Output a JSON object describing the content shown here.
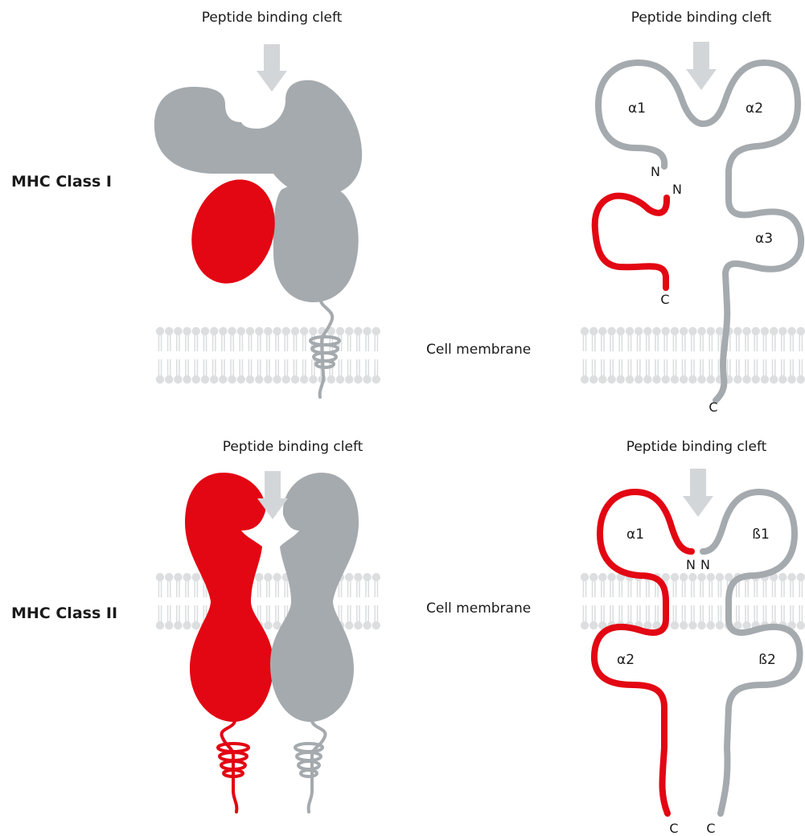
{
  "colors": {
    "red": "#e30613",
    "gray": "#a5aaae",
    "arrow": "#d3d6d9",
    "membrane": "#dcdee0",
    "text": "#1a1a1a"
  },
  "icons": [
    "down-arrow-icon"
  ],
  "class1": {
    "title": "MHC Class I",
    "cleft_left": "Peptide binding cleft",
    "cleft_right": "Peptide binding cleft",
    "membrane": "Cell membrane",
    "alpha1": "α1",
    "alpha2": "α2",
    "alpha3": "α3",
    "n_gray": "N",
    "n_red": "N",
    "c_red": "C",
    "c_gray": "C"
  },
  "class2": {
    "title": "MHC Class II",
    "cleft_left": "Peptide binding cleft",
    "cleft_right": "Peptide binding cleft",
    "membrane": "Cell membrane",
    "alpha1": "α1",
    "beta1": "ß1",
    "alpha2": "α2",
    "beta2": "ß2",
    "n_red": "N",
    "n_gray": "N",
    "c_red": "C",
    "c_gray": "C"
  }
}
